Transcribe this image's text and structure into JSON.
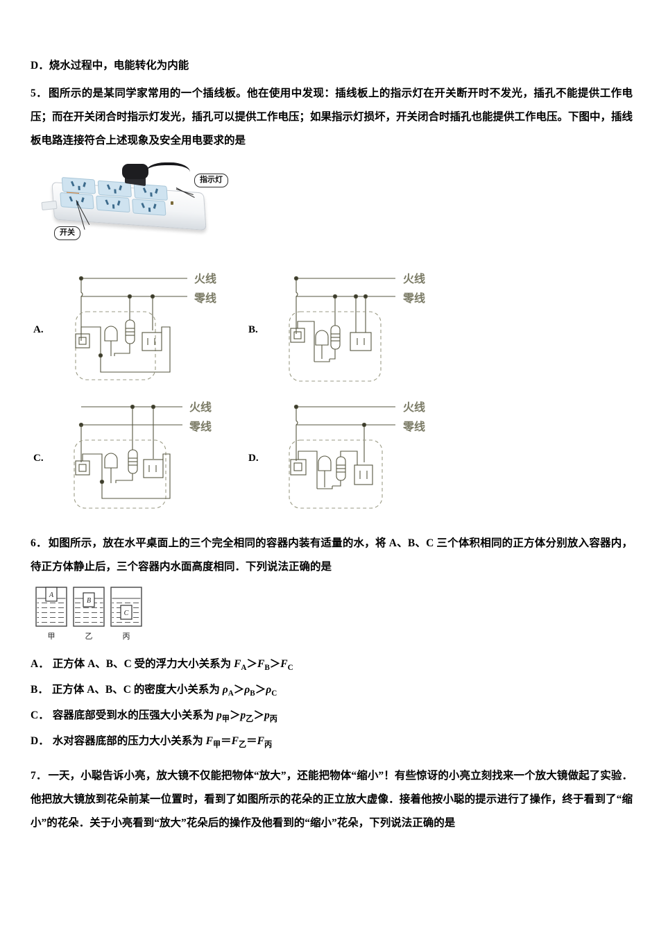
{
  "document": {
    "type": "physics-exam-page",
    "language": "zh-CN"
  },
  "q4_tail": {
    "label": "D．",
    "text": "烧水过程中，电能转化为内能"
  },
  "q5": {
    "number": "5．",
    "body": "图所示的是某同学家常用的一个插线板。他在使用中发现：插线板上的指示灯在开关断开时不发光，插孔不能提供工作电压；而在开关闭合时指示灯发光，插孔可以提供工作电压；如果指示灯损坏，开关闭合时插孔也能提供工作电压。下图中，插线板电路连接符合上述现象及安全用电要求的是",
    "figure": {
      "caption_indicator": "指示灯",
      "caption_switch": "开关",
      "socket_count": 6,
      "switch_color": "#e8822a"
    },
    "options": [
      {
        "label": "A.",
        "live_label": "火线",
        "neutral_label": "零线",
        "components": [
          "switch",
          "lamp",
          "resistor",
          "socket"
        ]
      },
      {
        "label": "B.",
        "live_label": "火线",
        "neutral_label": "零线",
        "components": [
          "switch",
          "lamp",
          "resistor",
          "socket"
        ]
      },
      {
        "label": "C.",
        "live_label": "火线",
        "neutral_label": "零线",
        "components": [
          "switch",
          "lamp",
          "resistor",
          "socket"
        ]
      },
      {
        "label": "D.",
        "live_label": "火线",
        "neutral_label": "零线",
        "components": [
          "switch",
          "lamp",
          "resistor",
          "socket"
        ]
      }
    ]
  },
  "q6": {
    "number": "6．",
    "body": "如图所示，放在水平桌面上的三个完全相同的容器内装有适量的水，将 A、B、C 三个体积相同的正方体分别放入容器内，待正方体静止后，三个容器内水面高度相同．下列说法正确的是",
    "figure": {
      "containers": [
        {
          "name": "甲",
          "cube": "A",
          "cube_state": "floating-high"
        },
        {
          "name": "乙",
          "cube": "B",
          "cube_state": "floating-half"
        },
        {
          "name": "丙",
          "cube": "C",
          "cube_state": "submerged"
        }
      ]
    },
    "options": [
      {
        "label": "A．",
        "text": "正方体 A、B、C 受的浮力大小关系为 F",
        "formula": "FA>FB>FC"
      },
      {
        "label": "B．",
        "text": "正方体 A、B、C 的密度大小关系为 ρ",
        "formula": "ρA>ρB>ρC"
      },
      {
        "label": "C．",
        "text": "容器底部受到水的压强大小关系为 p",
        "formula": "p甲>p乙>p丙"
      },
      {
        "label": "D．",
        "text": "水对容器底部的压力大小关系为 F",
        "formula": "F甲=F乙=F丙"
      }
    ]
  },
  "q7": {
    "number": "7．",
    "body": "一天，小聪告诉小亮，放大镜不仅能把物体“放大”，还能把物体“缩小”！有些惊讶的小亮立刻找来一个放大镜做起了实验．他把放大镜放到花朵前某一位置时，看到了如图所示的花朵的正立放大虚像．接着他按小聪的提示进行了操作，终于看到了“缩小”的花朵．关于小亮看到“放大”花朵后的操作及他看到的“缩小”花朵，下列说法正确的是"
  }
}
